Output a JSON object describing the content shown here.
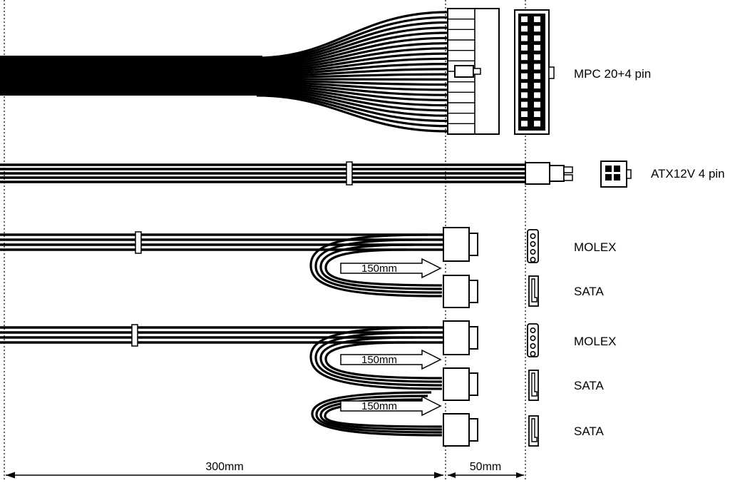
{
  "labels": {
    "mpc": "MPC 20+4 pin",
    "atx12v": "ATX12V 4 pin",
    "group1": [
      "MOLEX",
      "SATA"
    ],
    "group2": [
      "MOLEX",
      "SATA",
      "SATA"
    ]
  },
  "dims": {
    "loop1": "150mm",
    "loop2": "150mm",
    "loop3": "150mm",
    "total": "300mm",
    "offset": "50mm"
  },
  "colors": {
    "line": "#000000",
    "background": "#ffffff"
  }
}
